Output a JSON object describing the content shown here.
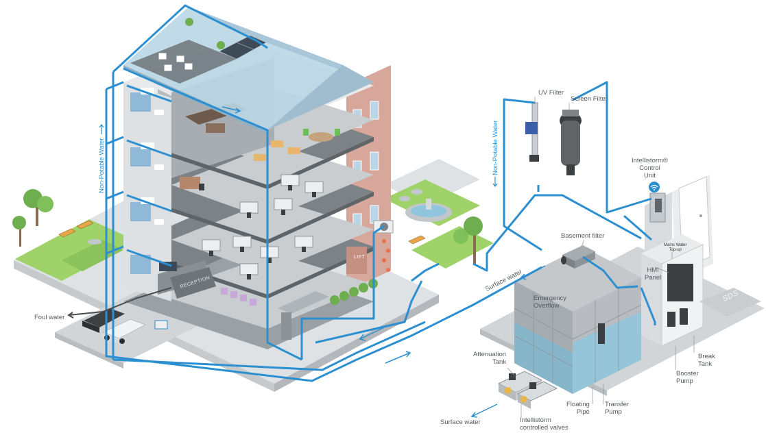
{
  "labels": {
    "non_potable_left": "Non-Potable Water",
    "non_potable_right": "Non-Potable Water",
    "foul_water": "Foul water",
    "uv_filter": "UV Filter",
    "screen_filter": "Screen Filter",
    "control_unit": "Intellistorm®\nControl\nUnit",
    "basement_filter": "Basement filter",
    "surface_water_top": "Surface water",
    "emergency_overflow": "Emergency\nOverflow",
    "mains_water": "Mains Water\nTop-up",
    "hmi_panel": "HMI\nPanel",
    "attenuation_tank": "Attenuation\nTank",
    "surface_water_bottom": "Surface water",
    "controlled_valves": "Intellistorm\ncontrolled valves",
    "floating_pipe": "Floating\nPipe",
    "transfer_pump": "Transfer\nPump",
    "booster_pump": "Booster\nPump",
    "break_tank": "Break\nTank",
    "reception_sign": "RECEPTION",
    "lift_sign": "LIFT",
    "logo": "SDS"
  },
  "colors": {
    "water_pipe": "#2b8fd0",
    "foul_pipe": "#4a4d50",
    "grass": "#9fd36a",
    "ground": "#d9dcdf",
    "roof_glass": "#b9d6e6",
    "brick": "#d8a79b",
    "tank_water": "#8fc6dd",
    "label_text": "#555a5e"
  },
  "icons": [
    "wifi-icon",
    "arrow-up-icon",
    "arrow-down-icon",
    "tree-icon",
    "car-icon",
    "fountain-icon",
    "solar-panel-icon",
    "pump-icon",
    "valve-icon",
    "filter-icon",
    "door-icon"
  ]
}
